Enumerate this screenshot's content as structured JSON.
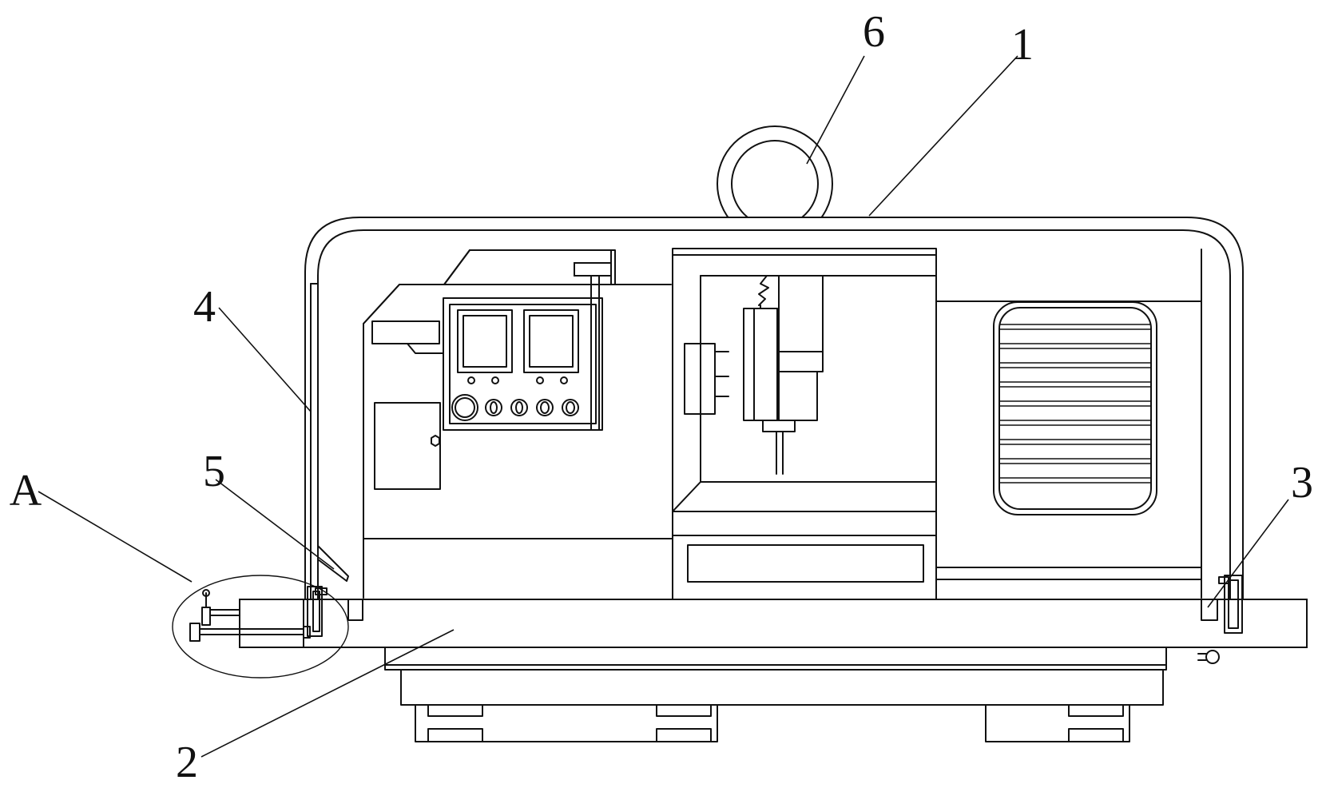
{
  "labels": {
    "label_1": "1",
    "label_2": "2",
    "label_3": "3",
    "label_4": "4",
    "label_5": "5",
    "label_6": "6",
    "label_A": "A"
  },
  "colors": {
    "stroke": "#111111",
    "background": "#ffffff"
  }
}
